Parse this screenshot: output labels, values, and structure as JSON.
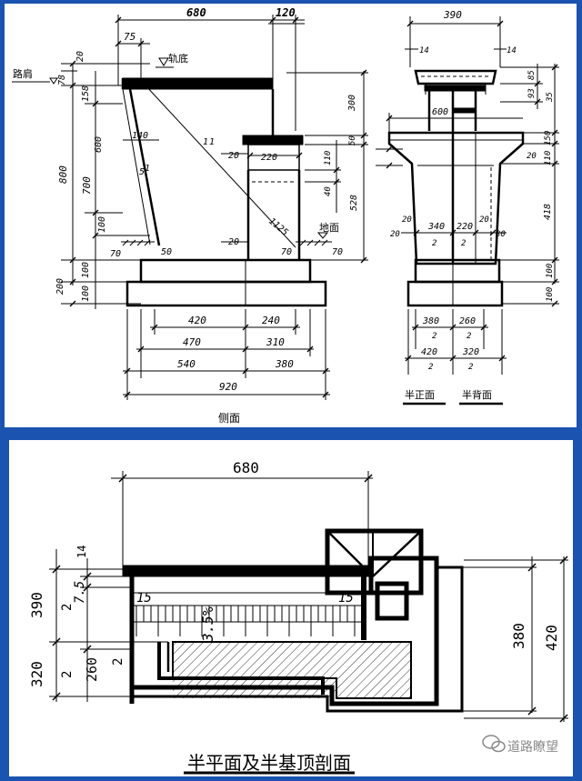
{
  "colors": {
    "frame": "#1a53b0",
    "paper": "#ffffff",
    "ink": "#000000",
    "wm": "#8a8a8a"
  },
  "top": {
    "dims_top": {
      "d680": "680",
      "d120": "120",
      "d75": "75",
      "rail": "轨底",
      "d20a": "20"
    },
    "road_shoulder": "路肩",
    "left_v": {
      "d78": "78",
      "d158": "158",
      "d600": "600",
      "d800": "800",
      "d700": "700",
      "d100": "100",
      "d200": "200",
      "d100b": "100",
      "d100c": "100"
    },
    "mid": {
      "d140": "140",
      "s51": "5",
      "s51b": "1",
      "s11": "1",
      "s11b": "1",
      "s1125": "1125",
      "d70a": "70",
      "d50": "50",
      "d20b": "20",
      "d20c": "20",
      "d220": "220",
      "d70b": "70",
      "d70c": "70",
      "ground": "地面"
    },
    "right_v": {
      "d300": "300",
      "d50b": "50",
      "d110": "110",
      "d40": "40",
      "d528": "528"
    },
    "bottom_dims": {
      "d420": "420",
      "d240": "240",
      "d470": "470",
      "d310": "310",
      "d540": "540",
      "d380": "380",
      "d920": "920"
    },
    "side_label": "侧面",
    "front": {
      "d390": "390",
      "d14a": "14",
      "d14b": "14",
      "d85": "85",
      "d93": "93",
      "d35": "35",
      "d600": "600",
      "d150": "150",
      "d20": "20",
      "d110": "110",
      "d418": "418",
      "d20a": "20",
      "d20b": "20",
      "d340": "340",
      "d220": "220",
      "d20c": "20",
      "d30": "30",
      "s2a": "2",
      "s2b": "2",
      "d100a": "100",
      "d100b": "100",
      "d380": "380",
      "d260": "260",
      "s2c": "2",
      "s2d": "2",
      "d420": "420",
      "d320": "320",
      "s2e": "2",
      "s2f": "2",
      "half_front": "半正面",
      "half_back": "半背面"
    }
  },
  "bottom": {
    "d680": "680",
    "d14": "14",
    "d75": "7.5",
    "d390": "390",
    "s2a": "2",
    "s2b": "2",
    "d15a": "15",
    "d15b": "15",
    "slope": "3.5%",
    "d320": "320",
    "d260": "260",
    "s2c": "2",
    "d380": "380",
    "d420": "420",
    "title": "半平面及半基顶剖面",
    "watermark": "道路瞭望"
  }
}
